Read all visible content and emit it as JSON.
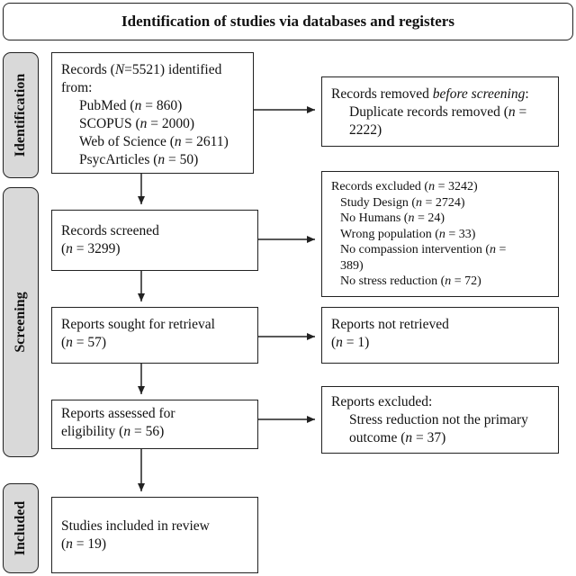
{
  "header": {
    "title": "Identification of studies via databases and registers"
  },
  "phases": {
    "identification": "Identification",
    "screening": "Screening",
    "included": "Included"
  },
  "records_identified": {
    "line1_pre": "Records (",
    "line1_var": "N",
    "line1_post": "=5521) identified",
    "line2": "from:",
    "sources": [
      {
        "name": "PubMed",
        "n": "860"
      },
      {
        "name": "SCOPUS",
        "n": "2000"
      },
      {
        "name": "Web of Science",
        "n": "2611"
      },
      {
        "name": "PsycArticles",
        "n": "50"
      }
    ]
  },
  "records_removed": {
    "title_pre": "Records removed ",
    "title_em": "before screening",
    "title_post": ":",
    "line2_pre": "Duplicate records removed (",
    "line2_var": "n",
    "line2_post": " =",
    "line3": "2222)"
  },
  "records_screened": {
    "line1": "Records screened",
    "n": "3299"
  },
  "records_excluded": {
    "title": "Records excluded (",
    "title_n": "3242",
    "items": [
      {
        "label": "Study Design",
        "n": "2724"
      },
      {
        "label": "No Humans",
        "n": "24"
      },
      {
        "label": "Wrong population",
        "n": "33"
      }
    ],
    "compassion_line1_pre": "No compassion intervention (",
    "compassion_line2": "389)",
    "stress_label": "No stress reduction",
    "stress_n": "72"
  },
  "reports_sought": {
    "line1": "Reports sought for retrieval",
    "n": "57"
  },
  "reports_not_retrieved": {
    "line1": "Reports not retrieved",
    "n": "1"
  },
  "reports_assessed": {
    "line1": "Reports assessed for",
    "line2_pre": "eligibility (",
    "n": "56"
  },
  "reports_excluded": {
    "line1": "Reports excluded:",
    "line2": "Stress reduction not the primary",
    "line3_pre": "outcome (",
    "n": "37"
  },
  "studies_included": {
    "line1": "Studies included in review",
    "n": "19"
  },
  "symbols": {
    "n": "n",
    "eq": " = ",
    "close": ")",
    "open": "("
  }
}
